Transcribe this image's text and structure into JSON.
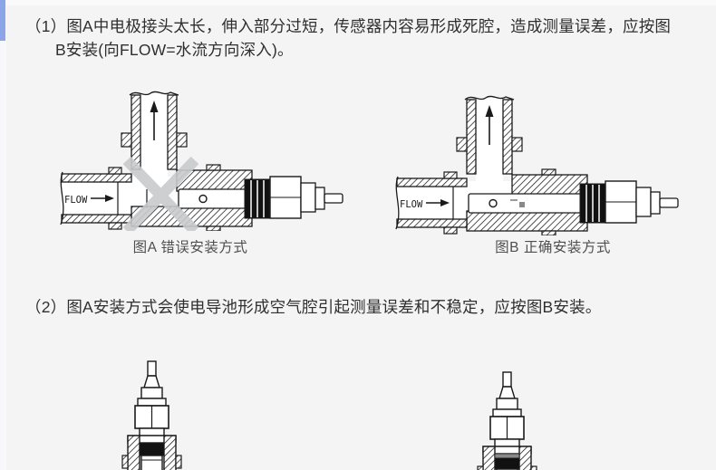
{
  "page": {
    "background": "#f4f4f5"
  },
  "scrollbar": {
    "thumb_color": "#8ca4e8"
  },
  "instructions": [
    {
      "number": "（1）",
      "text": "图A中电极接头太长，伸入部分过短，传感器内容易形成死腔，造成测量误差，应按图B安装(向FLOW=水流方向深入)。"
    },
    {
      "number": "（2）",
      "text": "图A安装方式会使电导池形成空气腔引起测量误差和不稳定，应按图B安装。"
    }
  ],
  "figures": [
    {
      "id": "A",
      "flow_label": "FLOW",
      "caption": "图A 错误安装方式",
      "status": "wrong"
    },
    {
      "id": "B",
      "flow_label": "FLOW",
      "caption": "图B 正确安装方式",
      "status": "correct"
    }
  ],
  "colors": {
    "line": "#1a1a1a",
    "x_mark": "#c8cacc",
    "seal_black": "#111111"
  }
}
